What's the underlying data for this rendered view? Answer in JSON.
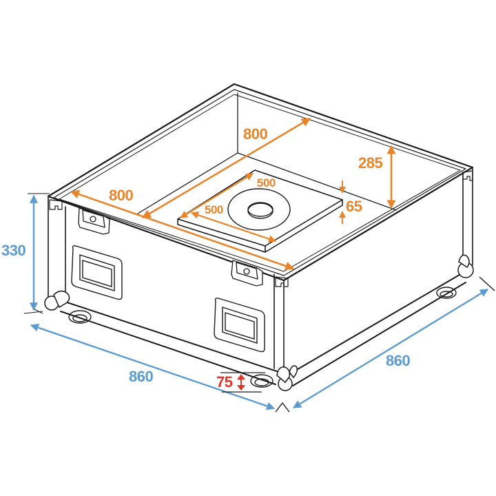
{
  "diagram": {
    "subject": "Open flight case on casters with removable inner tray",
    "colors": {
      "outline": "#1a1a1a",
      "interior_dimensions": "#e8852a",
      "exterior_dimensions": "#5b9bd0",
      "caster_dimension": "#e0352b",
      "background": "#ffffff"
    },
    "dimensions": {
      "inner_length_back": {
        "value": "800",
        "color": "orange"
      },
      "inner_length_front": {
        "value": "800",
        "color": "orange"
      },
      "inner_height": {
        "value": "285",
        "color": "orange"
      },
      "tray_width": {
        "value": "500",
        "color": "orange"
      },
      "tray_depth": {
        "value": "500",
        "color": "orange"
      },
      "tray_height": {
        "value": "65",
        "color": "orange"
      },
      "outer_height": {
        "value": "330",
        "color": "blue"
      },
      "outer_width_left": {
        "value": "860",
        "color": "blue"
      },
      "outer_width_right": {
        "value": "860",
        "color": "blue"
      },
      "caster_height": {
        "value": "75",
        "color": "red"
      }
    },
    "components": [
      "case-body",
      "inner-tray",
      "tray-ring-cutout",
      "butterfly-latch-left",
      "butterfly-latch-right",
      "recessed-handle-left",
      "recessed-handle-right",
      "ball-corners",
      "casters"
    ]
  }
}
